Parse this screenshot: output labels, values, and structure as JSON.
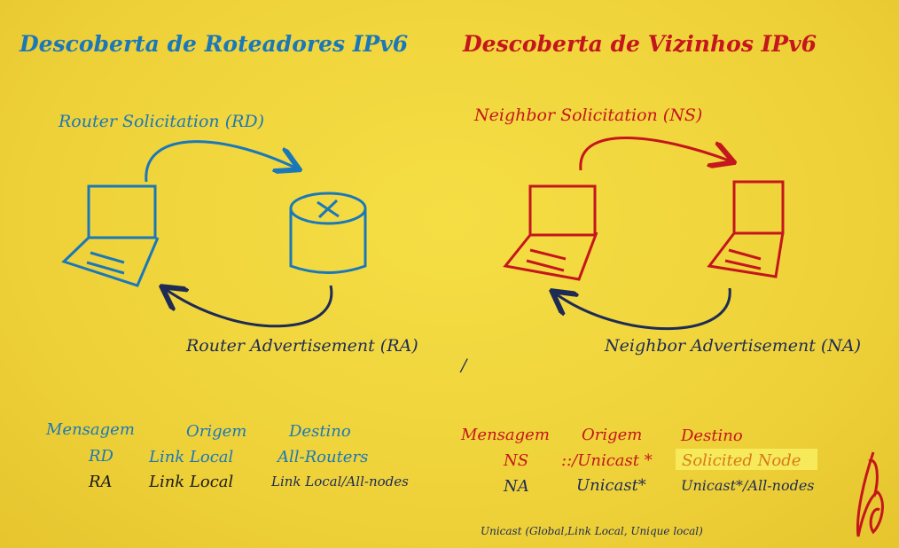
{
  "colors": {
    "blue": "#1b78b8",
    "red": "#c4161c",
    "navy": "#1e2b55",
    "orange": "#d9791a",
    "highlight": "#f6ea5a",
    "background": "#f0d63c"
  },
  "router_discovery": {
    "title": "Descoberta de Roteadores IPv6",
    "solicitation_label": "Router Solicitation (RD)",
    "advertisement_label": "Router Advertisement (RA)",
    "table": {
      "headers": [
        "Mensagem",
        "Origem",
        "Destino"
      ],
      "rows": [
        [
          "RD",
          "Link Local",
          "All-Routers"
        ],
        [
          "RA",
          "Link Local",
          "Link Local/All-nodes"
        ]
      ]
    }
  },
  "neighbor_discovery": {
    "title": "Descoberta de Vizinhos IPv6",
    "solicitation_label": "Neighbor Solicitation (NS)",
    "advertisement_label": "Neighbor Advertisement (NA)",
    "table": {
      "headers": [
        "Mensagem",
        "Origem",
        "Destino"
      ],
      "rows": [
        [
          "NS",
          "::/Unicast *",
          "Solicited Node"
        ],
        [
          "NA",
          "Unicast*",
          "Unicast*/All-nodes"
        ]
      ]
    },
    "footnote": "Unicast (Global,Link Local, Unique local)"
  },
  "stray_mark": "/"
}
